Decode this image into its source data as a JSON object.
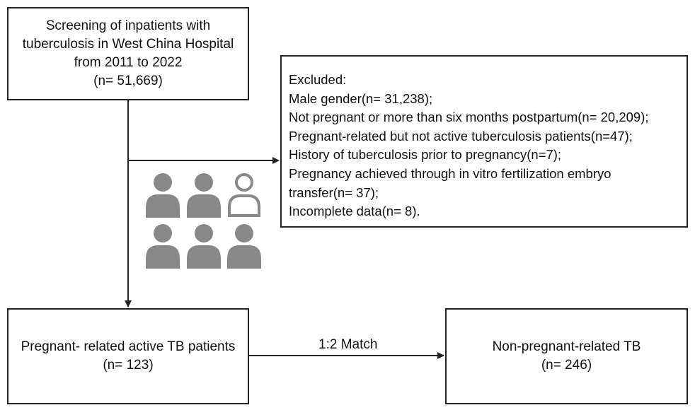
{
  "screening": {
    "lines": [
      "Screening of inpatients with",
      "tuberculosis in West China Hospital",
      "from 2011 to 2022",
      "(n= 51,669)"
    ]
  },
  "excluded": {
    "heading": "Excluded:",
    "lines": [
      "Male gender(n= 31,238);",
      "Not pregnant or more than six months postpartum(n= 20,209);",
      "Pregnant-related but not active tuberculosis patients(n=47);",
      "History of tuberculosis prior to pregnancy(n=7);",
      "Pregnancy achieved through in vitro fertilization embryo",
      "transfer(n= 37);",
      "Incomplete data(n= 8)."
    ]
  },
  "pregnant_group": {
    "label": "Pregnant- related active TB patients",
    "count": "(n= 123)"
  },
  "match": {
    "label": "1:2 Match"
  },
  "non_pregnant_group": {
    "label": "Non-pregnant-related TB",
    "count": "(n= 246)"
  },
  "colors": {
    "person_filled": "#888888",
    "person_outline": "#888888",
    "border": "#222222"
  }
}
